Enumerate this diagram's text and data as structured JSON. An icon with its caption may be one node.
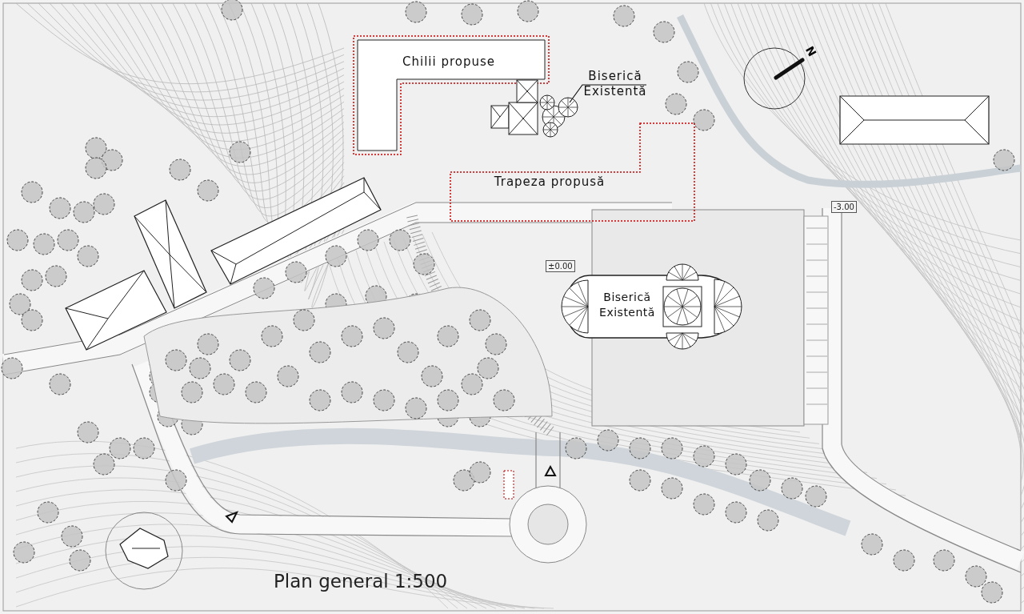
{
  "diagram": {
    "title": "Plan general 1:500",
    "nodes": [
      {
        "text": [
          "Chilii propuse"
        ]
      },
      {
        "text": [
          "Trapeza propusă"
        ]
      },
      {
        "text": [
          "Biserică Existentă"
        ]
      },
      {
        "text": [],
        "shape": "picture"
      },
      {
        "text": [
          "Biserică Existentă"
        ]
      }
    ],
    "edges": [
      {
        "from": 2,
        "to": 3,
        "arrow": "none"
      }
    ],
    "labels": [
      "N",
      "-3.00",
      "±0.00"
    ]
  }
}
